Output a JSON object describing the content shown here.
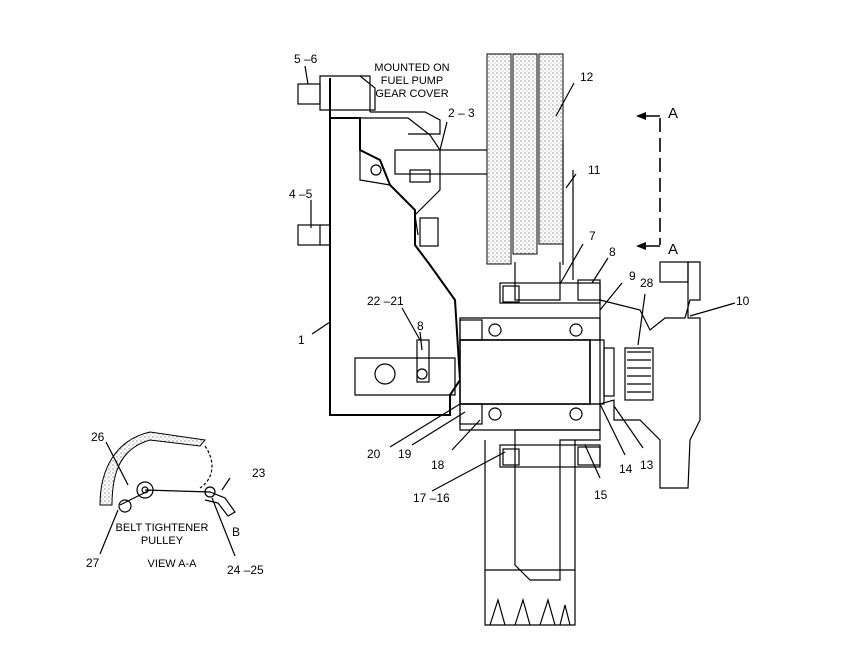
{
  "notes": {
    "mounted": [
      "MOUNTED ON",
      "FUEL PUMP",
      "GEAR COVER"
    ],
    "belt_tightener": [
      "BELT TIGHTENER",
      "PULLEY"
    ],
    "view": "VIEW A-A",
    "section_marker": "A",
    "section_marker_b": "B"
  },
  "callouts": {
    "c1": "1",
    "c2_3": "2 – 3",
    "c4_5": "4 –5",
    "c5_6": "5 –6",
    "c7": "7",
    "c8a": "8",
    "c8b": "8",
    "c9": "9",
    "c10": "10",
    "c11": "11",
    "c12": "12",
    "c13": "13",
    "c14": "14",
    "c15": "15",
    "c16_17": "17 –16",
    "c18": "18",
    "c19": "19",
    "c20": "20",
    "c21_22": "22 –21",
    "c23": "23",
    "c24_25": "24 –25",
    "c26": "26",
    "c27": "27",
    "c28": "28"
  }
}
